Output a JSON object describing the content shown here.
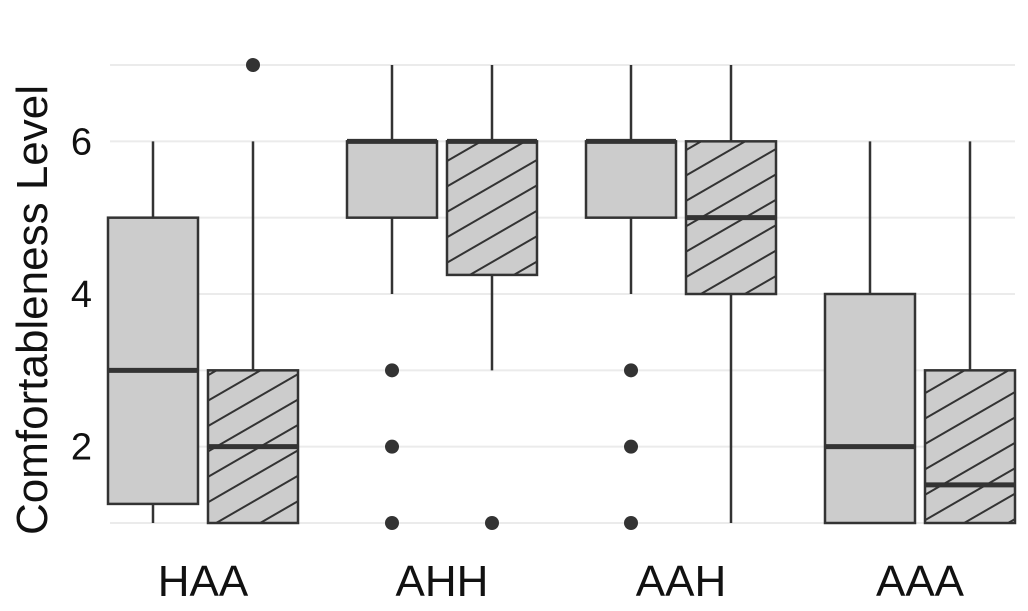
{
  "chart_data": {
    "type": "boxplot",
    "ylabel": "Comfortableness Level",
    "xlabel": "",
    "ylim": [
      1,
      7
    ],
    "yticks": [
      2,
      4,
      6
    ],
    "grid": true,
    "fill_color": "#cccccc",
    "stroke_color": "#333333",
    "categories": [
      "HAA",
      "AHH",
      "AAH",
      "AAA"
    ],
    "groups": [
      {
        "category": "HAA",
        "boxes": [
          {
            "pattern": "solid",
            "whisker_low": 1,
            "q1": 1.25,
            "median": 3,
            "q3": 5,
            "whisker_high": 6,
            "outliers": []
          },
          {
            "pattern": "hatched",
            "whisker_low": 1,
            "q1": 1,
            "median": 2,
            "q3": 3,
            "whisker_high": 6,
            "outliers": [
              7
            ]
          }
        ]
      },
      {
        "category": "AHH",
        "boxes": [
          {
            "pattern": "solid",
            "whisker_low": 4,
            "q1": 5,
            "median": 6,
            "q3": 6,
            "whisker_high": 7,
            "outliers": [
              1,
              2,
              3
            ]
          },
          {
            "pattern": "hatched",
            "whisker_low": 3,
            "q1": 4.25,
            "median": 6,
            "q3": 6,
            "whisker_high": 7,
            "outliers": [
              1
            ]
          }
        ]
      },
      {
        "category": "AAH",
        "boxes": [
          {
            "pattern": "solid",
            "whisker_low": 4,
            "q1": 5,
            "median": 6,
            "q3": 6,
            "whisker_high": 7,
            "outliers": [
              1,
              2,
              3
            ]
          },
          {
            "pattern": "hatched",
            "whisker_low": 1,
            "q1": 4,
            "median": 5,
            "q3": 6,
            "whisker_high": 7,
            "outliers": []
          }
        ]
      },
      {
        "category": "AAA",
        "boxes": [
          {
            "pattern": "solid",
            "whisker_low": 1,
            "q1": 1,
            "median": 2,
            "q3": 4,
            "whisker_high": 6,
            "outliers": []
          },
          {
            "pattern": "hatched",
            "whisker_low": 1,
            "q1": 1,
            "median": 1.5,
            "q3": 3,
            "whisker_high": 6,
            "outliers": []
          }
        ]
      }
    ]
  }
}
